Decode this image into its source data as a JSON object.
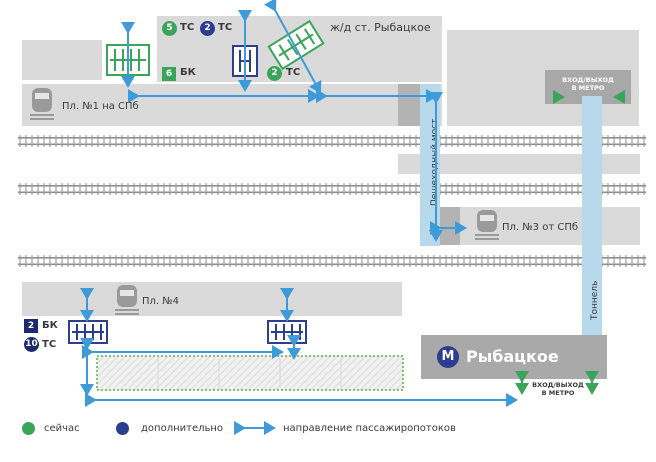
{
  "station": {
    "title": "ж/д ст. Рыбацкое"
  },
  "platforms": {
    "p1": "Пл. №1 на СПб",
    "p3": "Пл. №3 от СПб",
    "p4": "Пл. №4"
  },
  "bridge_label": "Пешеходный мост",
  "tunnel_label": "Тоннель",
  "metro": {
    "name": "Рыбацкое",
    "logo_letter": "М",
    "entrance_top_line1": "ВХОД/ВЫХОД",
    "entrance_top_line2": "В МЕТРО",
    "entrance_bottom_line1": "ВХОД/ВЫХОД",
    "entrance_bottom_line2": "В МЕТРО"
  },
  "counts": {
    "top_now_tc": "5",
    "top_extra_tc": "2",
    "tc_label": "ТС",
    "diag_now_tc": "2",
    "top_bk": "6",
    "bk_label": "БК",
    "p4_bk": "2",
    "p4_tc": "10"
  },
  "legend": {
    "now": "сейчас",
    "extra": "дополнительно",
    "flow": "направление пассажиропотоков"
  },
  "colors": {
    "now": "#3aa55a",
    "extra": "#2d3e8f",
    "flow": "#3f9bd8",
    "platform": "#dadada",
    "tunnel": "#b8d8ec"
  }
}
